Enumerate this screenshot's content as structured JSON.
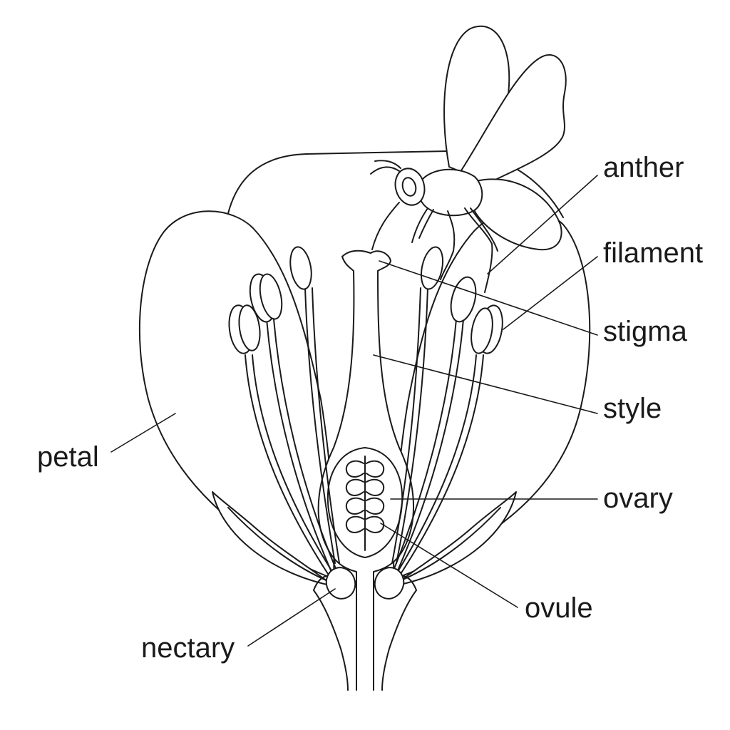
{
  "labels": {
    "anther": "anther",
    "filament": "filament",
    "stigma": "stigma",
    "style": "style",
    "ovary": "ovary",
    "ovule": "ovule",
    "petal": "petal",
    "nectary": "nectary"
  },
  "colors": {
    "line": "#1a1a1a",
    "background": "#ffffff"
  }
}
